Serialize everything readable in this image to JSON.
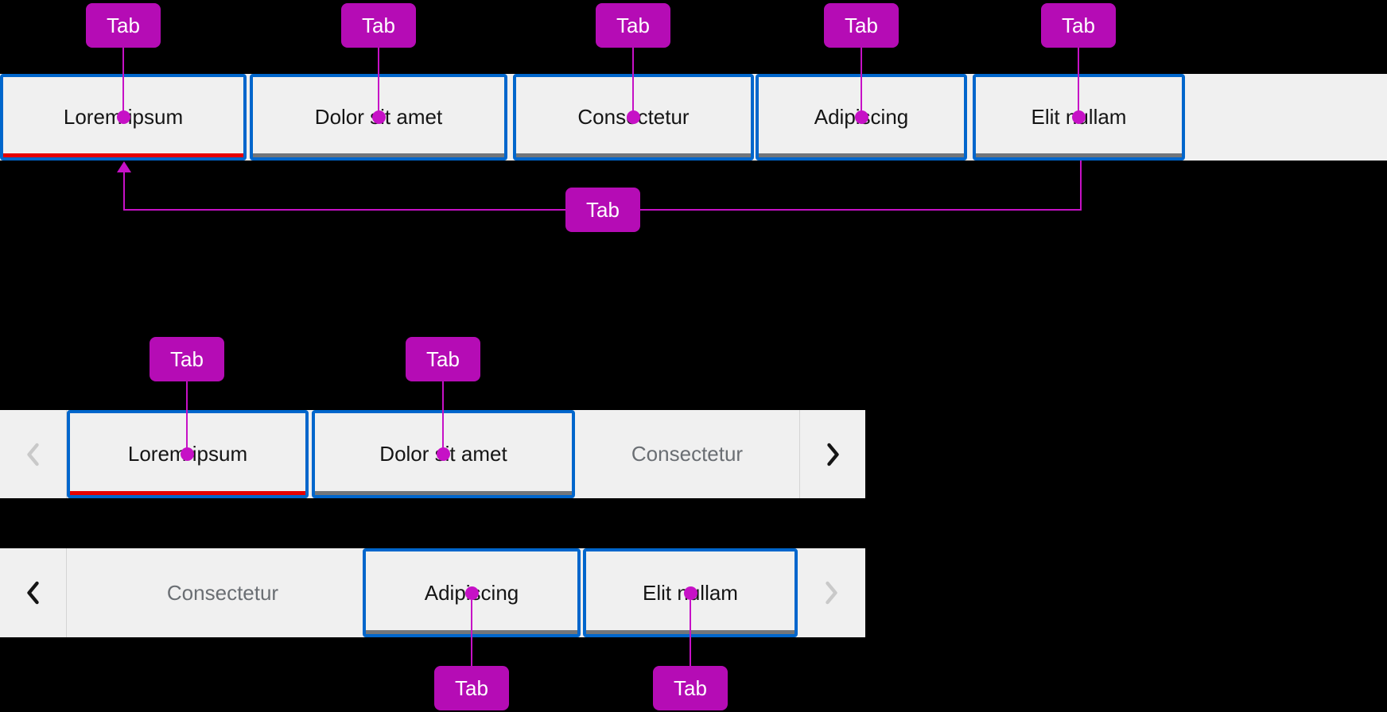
{
  "annotation": {
    "badge_label": "Tab"
  },
  "colors": {
    "background": "#000000",
    "annotation_fill": "#b50cb5",
    "annotation_line": "#c611c6",
    "badge_text": "#ffffff",
    "bar_bg": "#f0f0f0",
    "tab_border": "#0066cc",
    "tab_text": "#151515",
    "active_underline": "#e60000",
    "inactive_underline": "#72767b",
    "overflow_text": "#6a6e73",
    "divider": "#d4d4d4",
    "icon_enabled": "#151515",
    "icon_disabled": "#c9c9c9"
  },
  "icons": {
    "scroll_left": "angle-left-icon",
    "scroll_right": "angle-right-icon"
  },
  "sections": {
    "top": {
      "tabs": [
        {
          "label": "Lorem ipsum",
          "active": true
        },
        {
          "label": "Dolor sit amet",
          "active": false
        },
        {
          "label": "Consectetur",
          "active": false
        },
        {
          "label": "Adipiscing",
          "active": false
        },
        {
          "label": "Elit nullam",
          "active": false
        }
      ]
    },
    "middle": {
      "tabs": [
        {
          "label": "Lorem ipsum",
          "active": true
        },
        {
          "label": "Dolor sit amet",
          "active": false
        }
      ],
      "overflow_label": "Consectetur",
      "left_scroll_disabled": true,
      "right_scroll_disabled": false
    },
    "bottom": {
      "overflow_label": "Consectetur",
      "tabs": [
        {
          "label": "Adipiscing",
          "active": false
        },
        {
          "label": "Elit nullam",
          "active": false
        }
      ],
      "left_scroll_disabled": false,
      "right_scroll_disabled": true
    }
  }
}
